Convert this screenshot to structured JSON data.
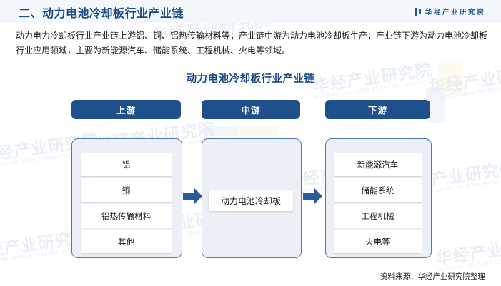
{
  "header": {
    "title": "二、动力电池冷却板行业产业链",
    "brand": "华经产业研究院",
    "brand_icon": "bars-logo-icon",
    "accent_color": "#1b4a86",
    "band_color": "#f4f7fb"
  },
  "intro": {
    "paragraph": "动力电力冷却板行业产业链上游铝、铜、铝热传输材料等；产业链中游为动力电池冷却板生产；产业链下游为动力电池冷却板行业应用领域，主要为新能源汽车、储能系统、工程机械、火电等领域。"
  },
  "figure": {
    "title": "动力电池冷却板行业产业链",
    "headers": [
      {
        "label": "上游"
      },
      {
        "label": "中游"
      },
      {
        "label": "下游"
      }
    ],
    "columns": [
      {
        "name": "upstream",
        "items": [
          "铝",
          "铜",
          "铝热传输材料",
          "其他"
        ]
      },
      {
        "name": "midstream",
        "items": [
          "动力电池冷却板"
        ]
      },
      {
        "name": "downstream",
        "items": [
          "新能源汽车",
          "储能系统",
          "工程机械",
          "火电等"
        ]
      }
    ],
    "arrows": [
      {
        "name": "arrow-upstream-to-midstream",
        "direction": "right"
      },
      {
        "name": "arrow-midstream-to-downstream",
        "direction": "right"
      }
    ],
    "header_color": "#20508c",
    "box_fill": "#eceff5",
    "box_border": "#4a79b5",
    "arrow_color": "#2a5a9e"
  },
  "footer": {
    "source": "资料来源：华经产业研究院整理"
  },
  "watermark": {
    "cn": "华经产业研究院",
    "en": "HUAJING INDUSTRY RESEARCH INSTITUTE"
  }
}
